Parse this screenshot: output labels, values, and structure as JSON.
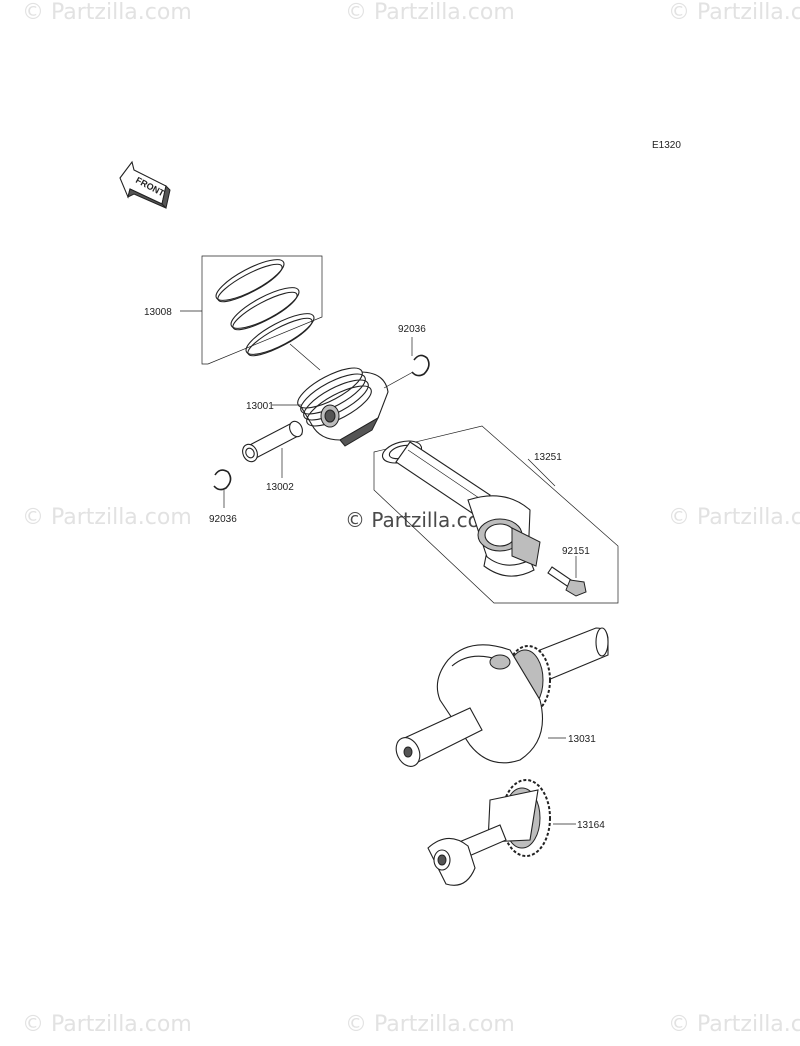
{
  "watermark": "© Partzilla.com",
  "diagram_code": "E1320",
  "front_label": "FRONT",
  "callouts": {
    "rings": "13008",
    "piston": "13001",
    "pin": "13002",
    "clip_right": "92036",
    "clip_left": "92036",
    "conrod": "13251",
    "conrod_bolt": "92151",
    "crankshaft": "13031",
    "balancer": "13164"
  }
}
